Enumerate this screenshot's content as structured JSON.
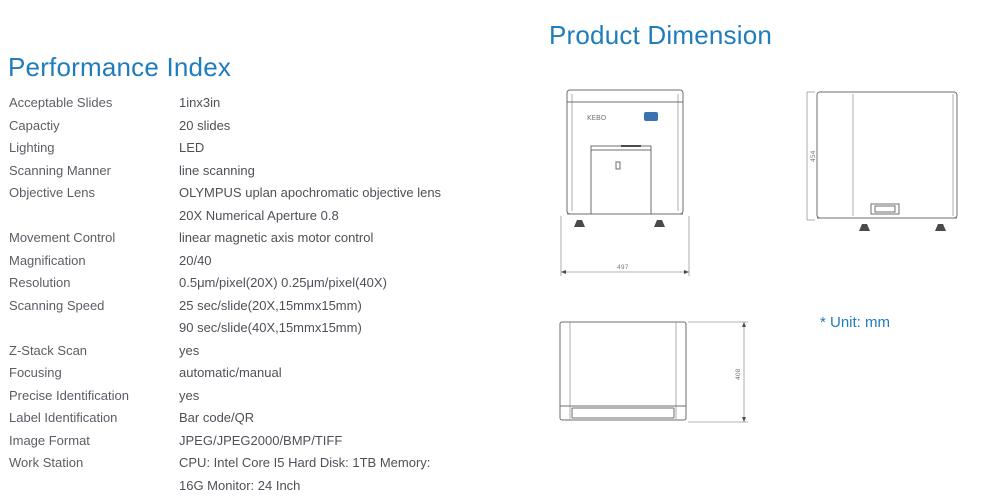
{
  "performance": {
    "title": "Performance Index",
    "specs": [
      {
        "label": "Acceptable Slides",
        "value": "1inx3in"
      },
      {
        "label": "Capactiy",
        "value": "20 slides"
      },
      {
        "label": "Lighting",
        "value": "LED"
      },
      {
        "label": "Scanning Manner",
        "value": "line scanning"
      },
      {
        "label": "Objective Lens",
        "value": "OLYMPUS uplan apochromatic objective lens"
      },
      {
        "label": "",
        "value": "20X Numerical Aperture 0.8"
      },
      {
        "label": "Movement Control",
        "value": "linear magnetic axis motor control"
      },
      {
        "label": "Magnification",
        "value": "20/40"
      },
      {
        "label": "Resolution",
        "value": "0.5μm/pixel(20X)  0.25μm/pixel(40X)"
      },
      {
        "label": "Scanning Speed",
        "value": "25 sec/slide(20X,15mmx15mm)"
      },
      {
        "label": "",
        "value": "90 sec/slide(40X,15mmx15mm)"
      },
      {
        "label": "Z-Stack Scan",
        "value": "yes"
      },
      {
        "label": "Focusing",
        "value": "automatic/manual"
      },
      {
        "label": "Precise Identification",
        "value": "yes"
      },
      {
        "label": "Label Identification",
        "value": "Bar code/QR"
      },
      {
        "label": "Image Format",
        "value": "JPEG/JPEG2000/BMP/TIFF"
      },
      {
        "label": "Work Station",
        "value": "CPU: Intel Core I5  Hard Disk: 1TB  Memory:"
      },
      {
        "label": "",
        "value": "16G Monitor: 24 Inch"
      }
    ]
  },
  "dimension": {
    "title": "Product Dimension",
    "unit_note": "* Unit: mm",
    "front_view": {
      "logo": "KEBO",
      "width_label": "497"
    },
    "side_view": {
      "height_label": "454"
    },
    "top_view": {
      "depth_label": "408"
    }
  },
  "colors": {
    "accent": "#1f7dbd",
    "text": "#555a61"
  }
}
